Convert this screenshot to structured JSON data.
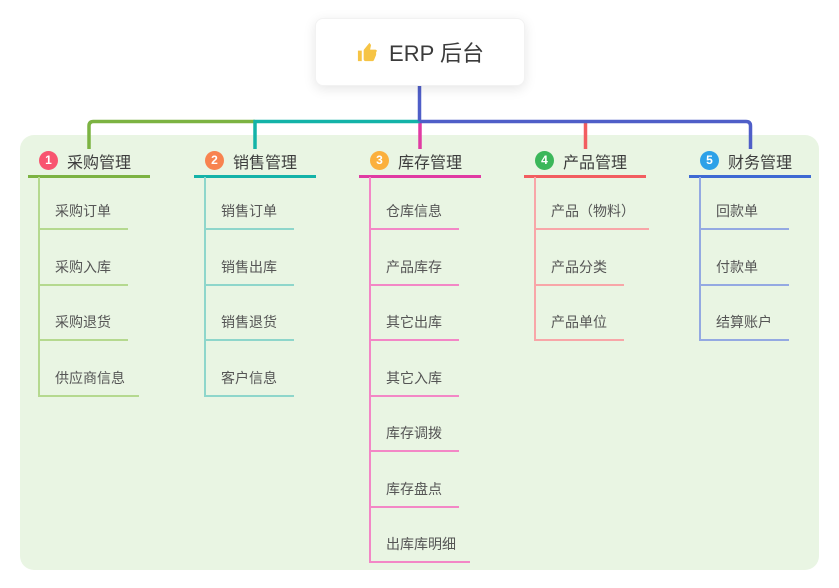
{
  "root": {
    "title": "ERP 后台",
    "icon": "thumbs-up",
    "icon_color": "#f6c445",
    "line_color": "#4f5ec8"
  },
  "panel_color": "#e9f5e3",
  "branches": [
    {
      "number": "1",
      "label": "采购管理",
      "badge_color": "#f8546f",
      "line_color": "#7cb342",
      "child_line_color": "#b5d98f",
      "children": [
        "采购订单",
        "采购入库",
        "采购退货",
        "供应商信息"
      ]
    },
    {
      "number": "2",
      "label": "销售管理",
      "badge_color": "#f8834f",
      "line_color": "#13b3a8",
      "child_line_color": "#8ed6cb",
      "children": [
        "销售订单",
        "销售出库",
        "销售退货",
        "客户信息"
      ]
    },
    {
      "number": "3",
      "label": "库存管理",
      "badge_color": "#fbb03d",
      "line_color": "#e03ba3",
      "child_line_color": "#f387c6",
      "children": [
        "仓库信息",
        "产品库存",
        "其它出库",
        "其它入库",
        "库存调拨",
        "库存盘点",
        "出库库明细"
      ]
    },
    {
      "number": "4",
      "label": "产品管理",
      "badge_color": "#3bb75a",
      "line_color": "#f25d60",
      "child_line_color": "#f8a6a8",
      "children": [
        "产品（物料）",
        "产品分类",
        "产品单位"
      ]
    },
    {
      "number": "5",
      "label": "财务管理",
      "badge_color": "#2da1e8",
      "line_color": "#3e69d3",
      "child_line_color": "#94a9e2",
      "children": [
        "回款单",
        "付款单",
        "结算账户"
      ]
    }
  ]
}
